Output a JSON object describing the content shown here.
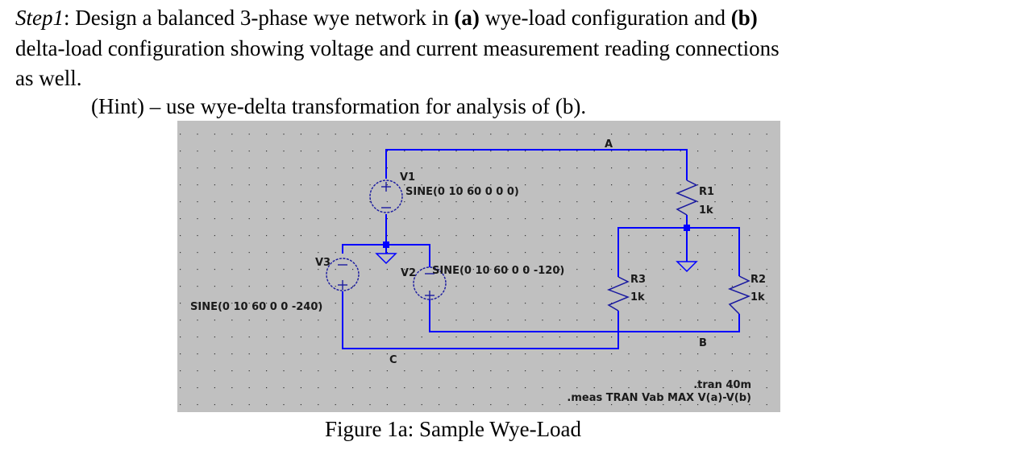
{
  "problem": {
    "step_label": "Step1",
    "line1_a": ": Design a balanced 3-phase wye network in ",
    "part_a": "(a)",
    "line1_b": " wye-load configuration and ",
    "part_b": "(b)",
    "line2": "delta-load configuration showing voltage and current measurement reading connections",
    "line3": "as well.",
    "hint": "(Hint) – use wye-delta transformation for analysis of (b)."
  },
  "schematic": {
    "background_color": "#c0c0c0",
    "wire_color": "#0000ff",
    "component_color": "#1a1aa0",
    "sources": [
      {
        "name": "V1",
        "value": "SINE(0 10 60 0 0 0)"
      },
      {
        "name": "V2",
        "value": "SINE(0 10 60 0 0 -120)"
      },
      {
        "name": "V3",
        "value": "SINE(0 10 60 0 0 -240)"
      }
    ],
    "resistors": [
      {
        "name": "R1",
        "value": "1k"
      },
      {
        "name": "R2",
        "value": "1k"
      },
      {
        "name": "R3",
        "value": "1k"
      }
    ],
    "nodes": {
      "a": "A",
      "b": "B",
      "c": "C"
    },
    "directives": {
      "tran": ".tran 40m",
      "meas": ".meas TRAN Vab MAX V(a)-V(b)"
    }
  },
  "caption": "Figure 1a: Sample Wye-Load"
}
